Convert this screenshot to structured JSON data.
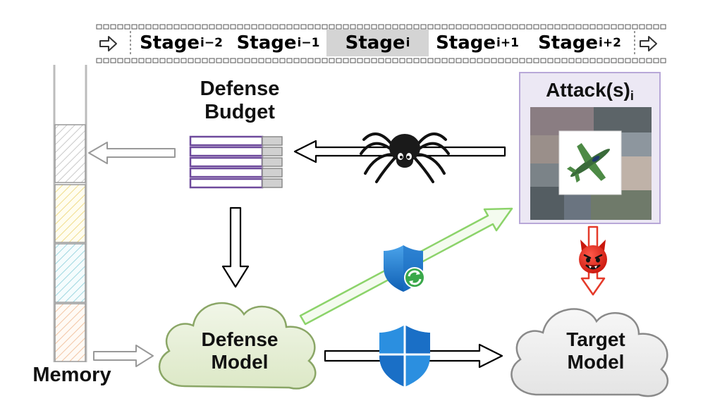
{
  "stages": [
    {
      "base": "Stage",
      "sub": "i−2"
    },
    {
      "base": "Stage",
      "sub": "i−1"
    },
    {
      "base": "Stage",
      "sub": "i"
    },
    {
      "base": "Stage",
      "sub": "i+1"
    },
    {
      "base": "Stage",
      "sub": "i+2"
    }
  ],
  "labels": {
    "defense_budget_line1": "Defense",
    "defense_budget_line2": "Budget",
    "attacks_base": "Attack(s)",
    "attacks_sub": "i",
    "memory": "Memory",
    "defense_model_line1": "Defense",
    "defense_model_line2": "Model",
    "target_model_line1": "Target",
    "target_model_line2": "Model"
  },
  "icons": [
    "arrow-right-icon",
    "spider-icon",
    "devil-icon",
    "shield-refresh-icon",
    "shield-windows-icon",
    "airplane-icon"
  ],
  "colors": {
    "current_stage_fill": "#d4d4d4",
    "budget_bar": "#6e4a9c",
    "attack_border": "#b8a8d8",
    "defense_cloud": "#e6efd6",
    "target_cloud": "#eeeeee",
    "green_arrow": "#8cd36a",
    "red_arrow": "#e53a2a"
  }
}
